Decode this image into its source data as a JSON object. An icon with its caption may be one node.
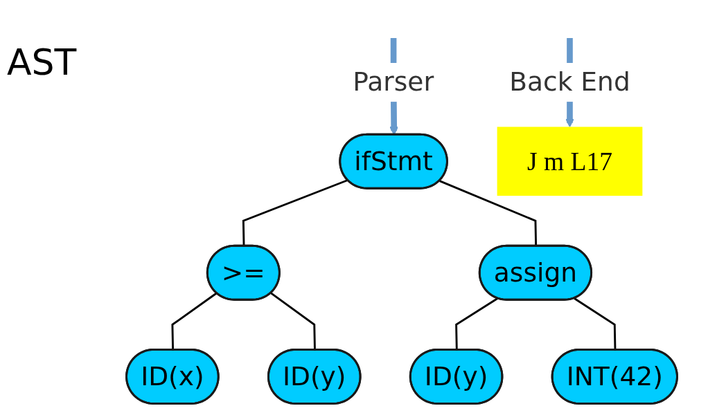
{
  "diagram": {
    "nodes": [
      {
        "text": [
          "ifStmt"
        ]
      },
      {
        "text": [
          ">="
        ]
      },
      {
        "text": [
          "assign"
        ]
      },
      {
        "text": [
          "ID(x)"
        ]
      },
      {
        "text": [
          "ID(y)"
        ]
      },
      {
        "text": [
          "ID(y)"
        ]
      },
      {
        "text": [
          "INT(42)"
        ]
      },
      {
        "text": [
          "J m L17"
        ]
      }
    ],
    "edges": [
      {
        "from": null,
        "to": 0,
        "arrow": "to",
        "label": "Parser",
        "style": "thick",
        "color": "#6699cc"
      },
      {
        "from": 0,
        "to": 1,
        "arrow": "none"
      },
      {
        "from": 0,
        "to": 2,
        "arrow": "none"
      },
      {
        "from": 1,
        "to": 3,
        "arrow": "none"
      },
      {
        "from": 1,
        "to": 4,
        "arrow": "none"
      },
      {
        "from": 2,
        "to": 5,
        "arrow": "none"
      },
      {
        "from": 2,
        "to": 6,
        "arrow": "none"
      },
      {
        "from": null,
        "to": 7,
        "arrow": "to",
        "label": "Back End",
        "style": "thick",
        "color": "#6699cc"
      }
    ],
    "labels": [
      "AST"
    ]
  }
}
